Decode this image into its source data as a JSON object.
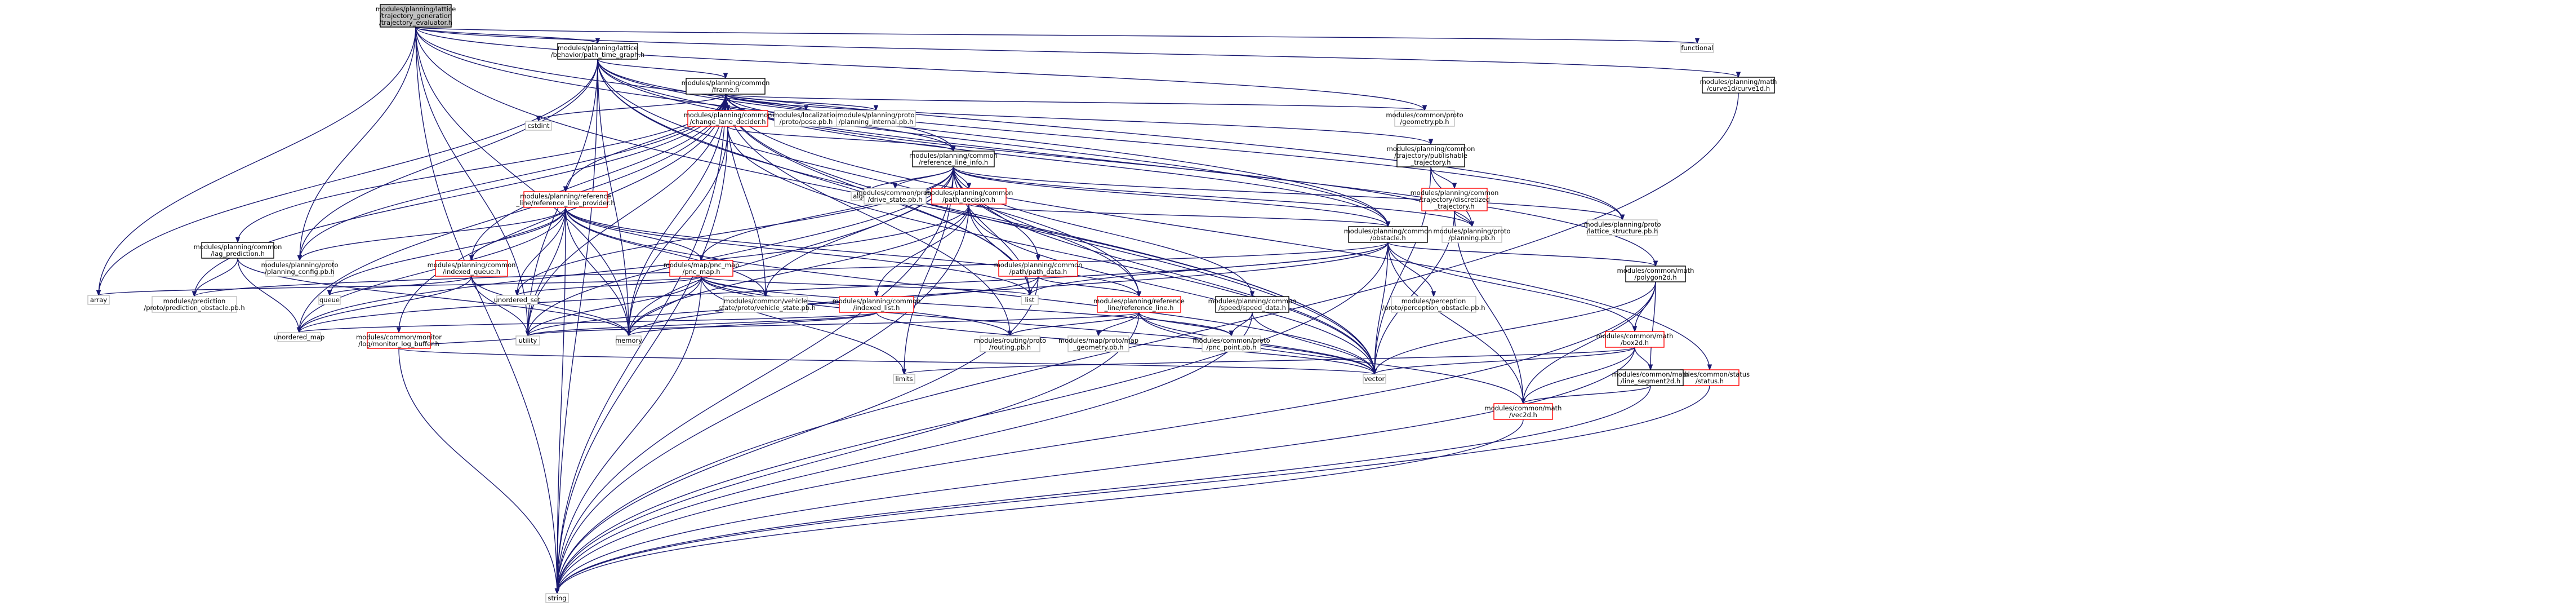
{
  "diagram": {
    "root": "modules/planning/lattice/trajectory_generation/trajectory_evaluator.h",
    "nodes": [
      {
        "id": "root",
        "lines": [
          "modules/planning/lattice",
          "/trajectory_generation",
          "/trajectory_evaluator.h"
        ],
        "style": "root"
      },
      {
        "id": "ptg",
        "lines": [
          "modules/planning/lattice",
          "/behavior/path_time_graph.h"
        ],
        "style": "black"
      },
      {
        "id": "functional",
        "lines": [
          "functional"
        ],
        "style": "gray"
      },
      {
        "id": "curve1d",
        "lines": [
          "modules/planning/math",
          "/curve1d/curve1d.h"
        ],
        "style": "black"
      },
      {
        "id": "frame",
        "lines": [
          "modules/planning/common",
          "/frame.h"
        ],
        "style": "black"
      },
      {
        "id": "cstdint",
        "lines": [
          "cstdint"
        ],
        "style": "gray"
      },
      {
        "id": "ctd",
        "lines": [
          "modules/planning/common",
          "/change_lane_decider.h"
        ],
        "style": "red"
      },
      {
        "id": "pose",
        "lines": [
          "modules/localization",
          "/proto/pose.pb.h"
        ],
        "style": "gray"
      },
      {
        "id": "pi",
        "lines": [
          "modules/planning/proto",
          "/planning_internal.pb.h"
        ],
        "style": "gray"
      },
      {
        "id": "geometry",
        "lines": [
          "modules/common/proto",
          "/geometry.pb.h"
        ],
        "style": "gray"
      },
      {
        "id": "publishable",
        "lines": [
          "modules/planning/common",
          "/trajectory/publishable",
          "_trajectory.h"
        ],
        "style": "black"
      },
      {
        "id": "rli",
        "lines": [
          "modules/planning/common",
          "/reference_line_info.h"
        ],
        "style": "black"
      },
      {
        "id": "algorithm",
        "lines": [
          "algorithm"
        ],
        "style": "gray"
      },
      {
        "id": "drive_state",
        "lines": [
          "modules/common/proto",
          "/drive_state.pb.h"
        ],
        "style": "gray"
      },
      {
        "id": "path_decision",
        "lines": [
          "modules/planning/common",
          "/path_decision.h"
        ],
        "style": "red"
      },
      {
        "id": "discretized",
        "lines": [
          "modules/planning/common",
          "/trajectory/discretized",
          "_trajectory.h"
        ],
        "style": "red"
      },
      {
        "id": "lattice_structure",
        "lines": [
          "modules/planning/proto",
          "/lattice_structure.pb.h"
        ],
        "style": "gray"
      },
      {
        "id": "rlp",
        "lines": [
          "modules/planning/reference",
          "_line/reference_line_provider.h"
        ],
        "style": "red"
      },
      {
        "id": "obstacle",
        "lines": [
          "modules/planning/common",
          "/obstacle.h"
        ],
        "style": "black"
      },
      {
        "id": "planning_pb",
        "lines": [
          "modules/planning/proto",
          "/planning.pb.h"
        ],
        "style": "gray"
      },
      {
        "id": "lag",
        "lines": [
          "modules/planning/common",
          "/lag_prediction.h"
        ],
        "style": "black"
      },
      {
        "id": "planning_config",
        "lines": [
          "modules/planning/proto",
          "/planning_config.pb.h"
        ],
        "style": "gray"
      },
      {
        "id": "indexed_queue",
        "lines": [
          "modules/planning/common",
          "/indexed_queue.h"
        ],
        "style": "red"
      },
      {
        "id": "pnc_map",
        "lines": [
          "modules/map/pnc_map",
          "/pnc_map.h"
        ],
        "style": "red"
      },
      {
        "id": "path_data",
        "lines": [
          "modules/planning/common",
          "/path/path_data.h"
        ],
        "style": "red"
      },
      {
        "id": "polygon2d",
        "lines": [
          "modules/common/math",
          "/polygon2d.h"
        ],
        "style": "black"
      },
      {
        "id": "status",
        "lines": [
          "modules/common/status",
          "/status.h"
        ],
        "style": "red"
      },
      {
        "id": "array",
        "lines": [
          "array"
        ],
        "style": "gray"
      },
      {
        "id": "prediction_obstacle",
        "lines": [
          "modules/prediction",
          "/proto/prediction_obstacle.pb.h"
        ],
        "style": "gray"
      },
      {
        "id": "queue",
        "lines": [
          "queue"
        ],
        "style": "gray"
      },
      {
        "id": "unordered_set",
        "lines": [
          "unordered_set"
        ],
        "style": "gray"
      },
      {
        "id": "vehicle_state",
        "lines": [
          "modules/common/vehicle",
          "_state/proto/vehicle_state.pb.h"
        ],
        "style": "gray"
      },
      {
        "id": "indexed_list",
        "lines": [
          "modules/planning/common",
          "/indexed_list.h"
        ],
        "style": "red"
      },
      {
        "id": "list",
        "lines": [
          "list"
        ],
        "style": "gray"
      },
      {
        "id": "reference_line",
        "lines": [
          "modules/planning/reference",
          "_line/reference_line.h"
        ],
        "style": "red"
      },
      {
        "id": "speed_data",
        "lines": [
          "modules/planning/common",
          "/speed/speed_data.h"
        ],
        "style": "black"
      },
      {
        "id": "perception_obstacle",
        "lines": [
          "modules/perception",
          "/proto/perception_obstacle.pb.h"
        ],
        "style": "gray"
      },
      {
        "id": "unordered_map",
        "lines": [
          "unordered_map"
        ],
        "style": "gray"
      },
      {
        "id": "log_buffer",
        "lines": [
          "modules/common/monitor",
          "/log/monitor_log_buffer.h"
        ],
        "style": "red"
      },
      {
        "id": "utility",
        "lines": [
          "utility"
        ],
        "style": "gray"
      },
      {
        "id": "memory",
        "lines": [
          "memory"
        ],
        "style": "gray"
      },
      {
        "id": "routing",
        "lines": [
          "modules/routing/proto",
          "/routing.pb.h"
        ],
        "style": "gray"
      },
      {
        "id": "map_geometry",
        "lines": [
          "modules/map/proto/map",
          "_geometry.pb.h"
        ],
        "style": "gray"
      },
      {
        "id": "pnc_point",
        "lines": [
          "modules/common/proto",
          "/pnc_point.pb.h"
        ],
        "style": "gray"
      },
      {
        "id": "box2d",
        "lines": [
          "modules/common/math",
          "/box2d.h"
        ],
        "style": "red"
      },
      {
        "id": "limits",
        "lines": [
          "limits"
        ],
        "style": "gray"
      },
      {
        "id": "vector",
        "lines": [
          "vector"
        ],
        "style": "gray"
      },
      {
        "id": "line_segment2d",
        "lines": [
          "modules/common/math",
          "/line_segment2d.h"
        ],
        "style": "black"
      },
      {
        "id": "vec2d",
        "lines": [
          "modules/common/math",
          "/vec2d.h"
        ],
        "style": "red"
      },
      {
        "id": "string",
        "lines": [
          "string"
        ],
        "style": "gray"
      }
    ],
    "edges": [
      [
        "root",
        "ptg"
      ],
      [
        "root",
        "functional"
      ],
      [
        "root",
        "curve1d"
      ],
      [
        "root",
        "array"
      ],
      [
        "root",
        "memory"
      ],
      [
        "root",
        "utility"
      ],
      [
        "root",
        "vector"
      ],
      [
        "root",
        "planning_config"
      ],
      [
        "root",
        "lattice_structure"
      ],
      [
        "root",
        "geometry"
      ],
      [
        "root",
        "obstacle"
      ],
      [
        "root",
        "string"
      ],
      [
        "ptg",
        "frame"
      ],
      [
        "ptg",
        "array"
      ],
      [
        "ptg",
        "list"
      ],
      [
        "ptg",
        "memory"
      ],
      [
        "ptg",
        "string"
      ],
      [
        "ptg",
        "utility"
      ],
      [
        "ptg",
        "vector"
      ],
      [
        "ptg",
        "lattice_structure"
      ],
      [
        "ptg",
        "planning_config"
      ],
      [
        "ptg",
        "reference_line"
      ],
      [
        "ptg",
        "obstacle"
      ],
      [
        "ptg",
        "polygon2d"
      ],
      [
        "ptg",
        "rli"
      ],
      [
        "curve1d",
        "string"
      ],
      [
        "frame",
        "cstdint"
      ],
      [
        "frame",
        "ctd"
      ],
      [
        "frame",
        "pose"
      ],
      [
        "frame",
        "pi"
      ],
      [
        "frame",
        "geometry"
      ],
      [
        "frame",
        "publishable"
      ],
      [
        "frame",
        "rli"
      ],
      [
        "frame",
        "rlp"
      ],
      [
        "frame",
        "lag"
      ],
      [
        "frame",
        "indexed_queue"
      ],
      [
        "frame",
        "log_buffer"
      ],
      [
        "frame",
        "obstacle"
      ],
      [
        "frame",
        "planning_pb"
      ],
      [
        "frame",
        "planning_config"
      ],
      [
        "frame",
        "list"
      ],
      [
        "frame",
        "memory"
      ],
      [
        "frame",
        "string"
      ],
      [
        "frame",
        "unordered_map"
      ],
      [
        "frame",
        "utility"
      ],
      [
        "frame",
        "vector"
      ],
      [
        "frame",
        "vehicle_state"
      ],
      [
        "frame",
        "prediction_obstacle"
      ],
      [
        "frame",
        "status"
      ],
      [
        "frame",
        "routing"
      ],
      [
        "ctd",
        "rli"
      ],
      [
        "ctd",
        "memory"
      ],
      [
        "ctd",
        "string"
      ],
      [
        "ctd",
        "vector"
      ],
      [
        "publishable",
        "discretized"
      ],
      [
        "publishable",
        "planning_pb"
      ],
      [
        "publishable",
        "vector"
      ],
      [
        "rli",
        "algorithm"
      ],
      [
        "rli",
        "drive_state"
      ],
      [
        "rli",
        "path_decision"
      ],
      [
        "rli",
        "path_data"
      ],
      [
        "rli",
        "speed_data"
      ],
      [
        "rli",
        "pnc_map"
      ],
      [
        "rli",
        "reference_line"
      ],
      [
        "rli",
        "obstacle"
      ],
      [
        "rli",
        "lattice_structure"
      ],
      [
        "rli",
        "planning_pb"
      ],
      [
        "rli",
        "vehicle_state"
      ],
      [
        "rli",
        "list"
      ],
      [
        "rli",
        "memory"
      ],
      [
        "rli",
        "string"
      ],
      [
        "rli",
        "unordered_set"
      ],
      [
        "rli",
        "utility"
      ],
      [
        "rli",
        "vector"
      ],
      [
        "rli",
        "limits"
      ],
      [
        "path_decision",
        "indexed_list"
      ],
      [
        "path_decision",
        "obstacle"
      ],
      [
        "path_decision",
        "list"
      ],
      [
        "path_decision",
        "memory"
      ],
      [
        "path_decision",
        "string"
      ],
      [
        "path_decision",
        "unordered_map"
      ],
      [
        "path_decision",
        "vector"
      ],
      [
        "discretized",
        "vec2d"
      ],
      [
        "discretized",
        "planning_pb"
      ],
      [
        "discretized",
        "vector"
      ],
      [
        "rlp",
        "indexed_queue"
      ],
      [
        "rlp",
        "pnc_map"
      ],
      [
        "rlp",
        "reference_line"
      ],
      [
        "rlp",
        "vehicle_state"
      ],
      [
        "rlp",
        "planning_config"
      ],
      [
        "rlp",
        "list"
      ],
      [
        "rlp",
        "memory"
      ],
      [
        "rlp",
        "queue"
      ],
      [
        "rlp",
        "unordered_map"
      ],
      [
        "rlp",
        "unordered_set"
      ],
      [
        "rlp",
        "utility"
      ],
      [
        "rlp",
        "vector"
      ],
      [
        "rlp",
        "string"
      ],
      [
        "obstacle",
        "polygon2d"
      ],
      [
        "obstacle",
        "box2d"
      ],
      [
        "obstacle",
        "vec2d"
      ],
      [
        "obstacle",
        "perception_obstacle"
      ],
      [
        "obstacle",
        "prediction_obstacle"
      ],
      [
        "obstacle",
        "list"
      ],
      [
        "obstacle",
        "memory"
      ],
      [
        "obstacle",
        "string"
      ],
      [
        "obstacle",
        "unordered_map"
      ],
      [
        "obstacle",
        "vector"
      ],
      [
        "lag",
        "prediction_obstacle"
      ],
      [
        "lag",
        "unordered_map"
      ],
      [
        "lag",
        "memory"
      ],
      [
        "indexed_queue",
        "memory"
      ],
      [
        "indexed_queue",
        "queue"
      ],
      [
        "indexed_queue",
        "unordered_map"
      ],
      [
        "indexed_queue",
        "utility"
      ],
      [
        "pnc_map",
        "array"
      ],
      [
        "pnc_map",
        "list"
      ],
      [
        "pnc_map",
        "memory"
      ],
      [
        "pnc_map",
        "string"
      ],
      [
        "pnc_map",
        "unordered_set"
      ],
      [
        "pnc_map",
        "utility"
      ],
      [
        "pnc_map",
        "vector"
      ],
      [
        "pnc_map",
        "routing"
      ],
      [
        "pnc_map",
        "vehicle_state"
      ],
      [
        "pnc_map",
        "limits"
      ],
      [
        "pnc_map",
        "pnc_point"
      ],
      [
        "path_data",
        "list"
      ],
      [
        "path_data",
        "reference_line"
      ],
      [
        "path_data",
        "utility"
      ],
      [
        "path_data",
        "string"
      ],
      [
        "polygon2d",
        "box2d"
      ],
      [
        "polygon2d",
        "line_segment2d"
      ],
      [
        "polygon2d",
        "vec2d"
      ],
      [
        "polygon2d",
        "string"
      ],
      [
        "polygon2d",
        "vector"
      ],
      [
        "status",
        "string"
      ],
      [
        "indexed_list",
        "memory"
      ],
      [
        "indexed_list",
        "unordered_map"
      ],
      [
        "indexed_list",
        "utility"
      ],
      [
        "indexed_list",
        "vector"
      ],
      [
        "reference_line",
        "routing"
      ],
      [
        "reference_line",
        "map_geometry"
      ],
      [
        "reference_line",
        "pnc_point"
      ],
      [
        "reference_line",
        "vec2d"
      ],
      [
        "reference_line",
        "string"
      ],
      [
        "reference_line",
        "utility"
      ],
      [
        "reference_line",
        "vector"
      ],
      [
        "speed_data",
        "pnc_point"
      ],
      [
        "speed_data",
        "string"
      ],
      [
        "speed_data",
        "vector"
      ],
      [
        "log_buffer",
        "string"
      ],
      [
        "log_buffer",
        "vector"
      ],
      [
        "log_buffer",
        "utility"
      ],
      [
        "box2d",
        "line_segment2d"
      ],
      [
        "box2d",
        "vec2d"
      ],
      [
        "box2d",
        "limits"
      ],
      [
        "box2d",
        "string"
      ],
      [
        "box2d",
        "vector"
      ],
      [
        "line_segment2d",
        "vec2d"
      ],
      [
        "line_segment2d",
        "string"
      ],
      [
        "vec2d",
        "string"
      ]
    ]
  }
}
